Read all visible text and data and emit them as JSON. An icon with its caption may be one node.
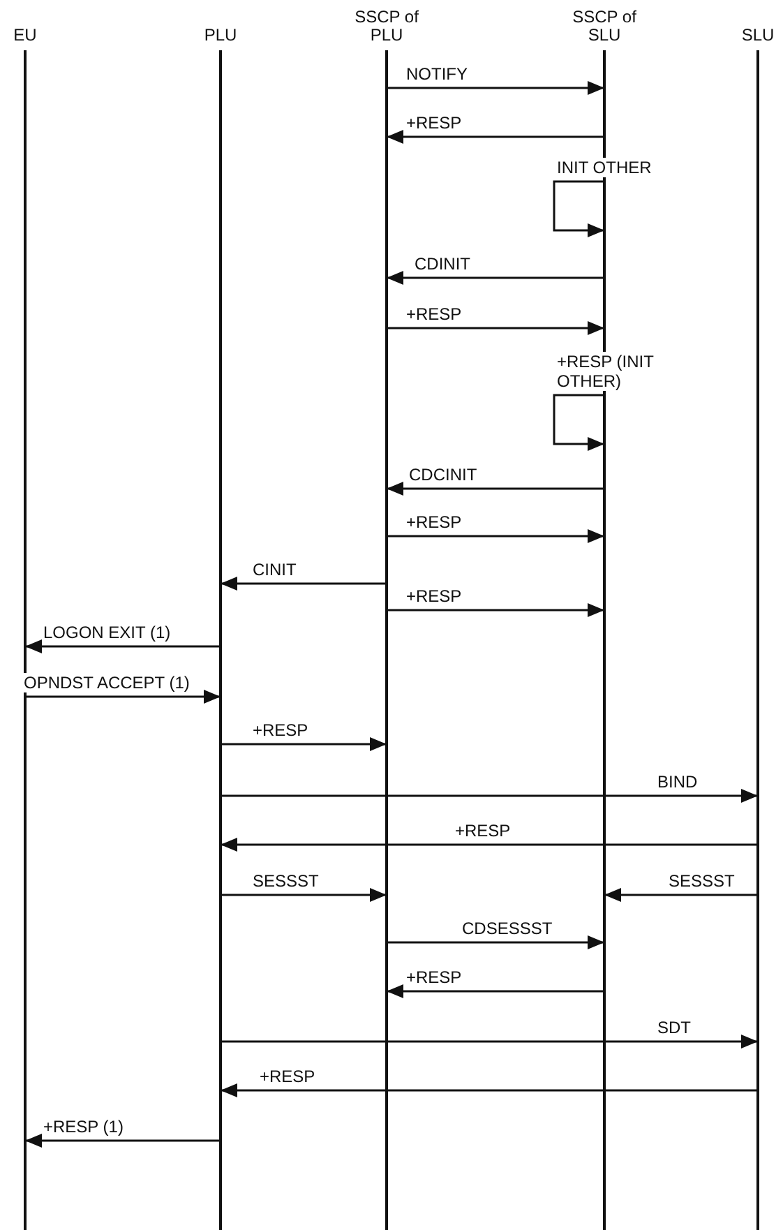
{
  "diagram": {
    "nodes": [
      {
        "text": [
          "EU"
        ]
      },
      {
        "text": [
          "PLU"
        ]
      },
      {
        "text": [
          "SSCP of PLU"
        ]
      },
      {
        "text": [
          "SSCP of SLU"
        ]
      },
      {
        "text": [
          "SLU"
        ]
      }
    ],
    "edges": [
      {
        "from": 2,
        "to": 3,
        "arrow": "to",
        "label": "NOTIFY"
      },
      {
        "from": 3,
        "to": 2,
        "arrow": "to",
        "label": "+RESP"
      },
      {
        "from": 3,
        "to": 3,
        "arrow": "to",
        "label": "INIT OTHER"
      },
      {
        "from": 3,
        "to": 2,
        "arrow": "to",
        "label": "CDINIT"
      },
      {
        "from": 2,
        "to": 3,
        "arrow": "to",
        "label": "+RESP"
      },
      {
        "from": 3,
        "to": 3,
        "arrow": "to",
        "label": "+RESP (INIT OTHER)"
      },
      {
        "from": 3,
        "to": 2,
        "arrow": "to",
        "label": "CDCINIT"
      },
      {
        "from": 2,
        "to": 3,
        "arrow": "to",
        "label": "+RESP"
      },
      {
        "from": 2,
        "to": 1,
        "arrow": "to",
        "label": "CINIT"
      },
      {
        "from": 2,
        "to": 3,
        "arrow": "to",
        "label": "+RESP"
      },
      {
        "from": 1,
        "to": 0,
        "arrow": "to",
        "label": "LOGON EXIT (1)"
      },
      {
        "from": 0,
        "to": 1,
        "arrow": "to",
        "label": "OPNDST ACCEPT (1)"
      },
      {
        "from": 1,
        "to": 2,
        "arrow": "to",
        "label": "+RESP"
      },
      {
        "from": 1,
        "to": 4,
        "arrow": "to",
        "label": "BIND"
      },
      {
        "from": 4,
        "to": 1,
        "arrow": "to",
        "label": "+RESP"
      },
      {
        "from": 1,
        "to": 2,
        "arrow": "to",
        "label": "SESSST"
      },
      {
        "from": 4,
        "to": 3,
        "arrow": "to",
        "label": "SESSST"
      },
      {
        "from": 2,
        "to": 3,
        "arrow": "to",
        "label": "CDSESSST"
      },
      {
        "from": 3,
        "to": 2,
        "arrow": "to",
        "label": "+RESP"
      },
      {
        "from": 1,
        "to": 4,
        "arrow": "to",
        "label": "SDT"
      },
      {
        "from": 4,
        "to": 1,
        "arrow": "to",
        "label": "+RESP"
      },
      {
        "from": 1,
        "to": 0,
        "arrow": "to",
        "label": "+RESP (1)"
      }
    ]
  }
}
